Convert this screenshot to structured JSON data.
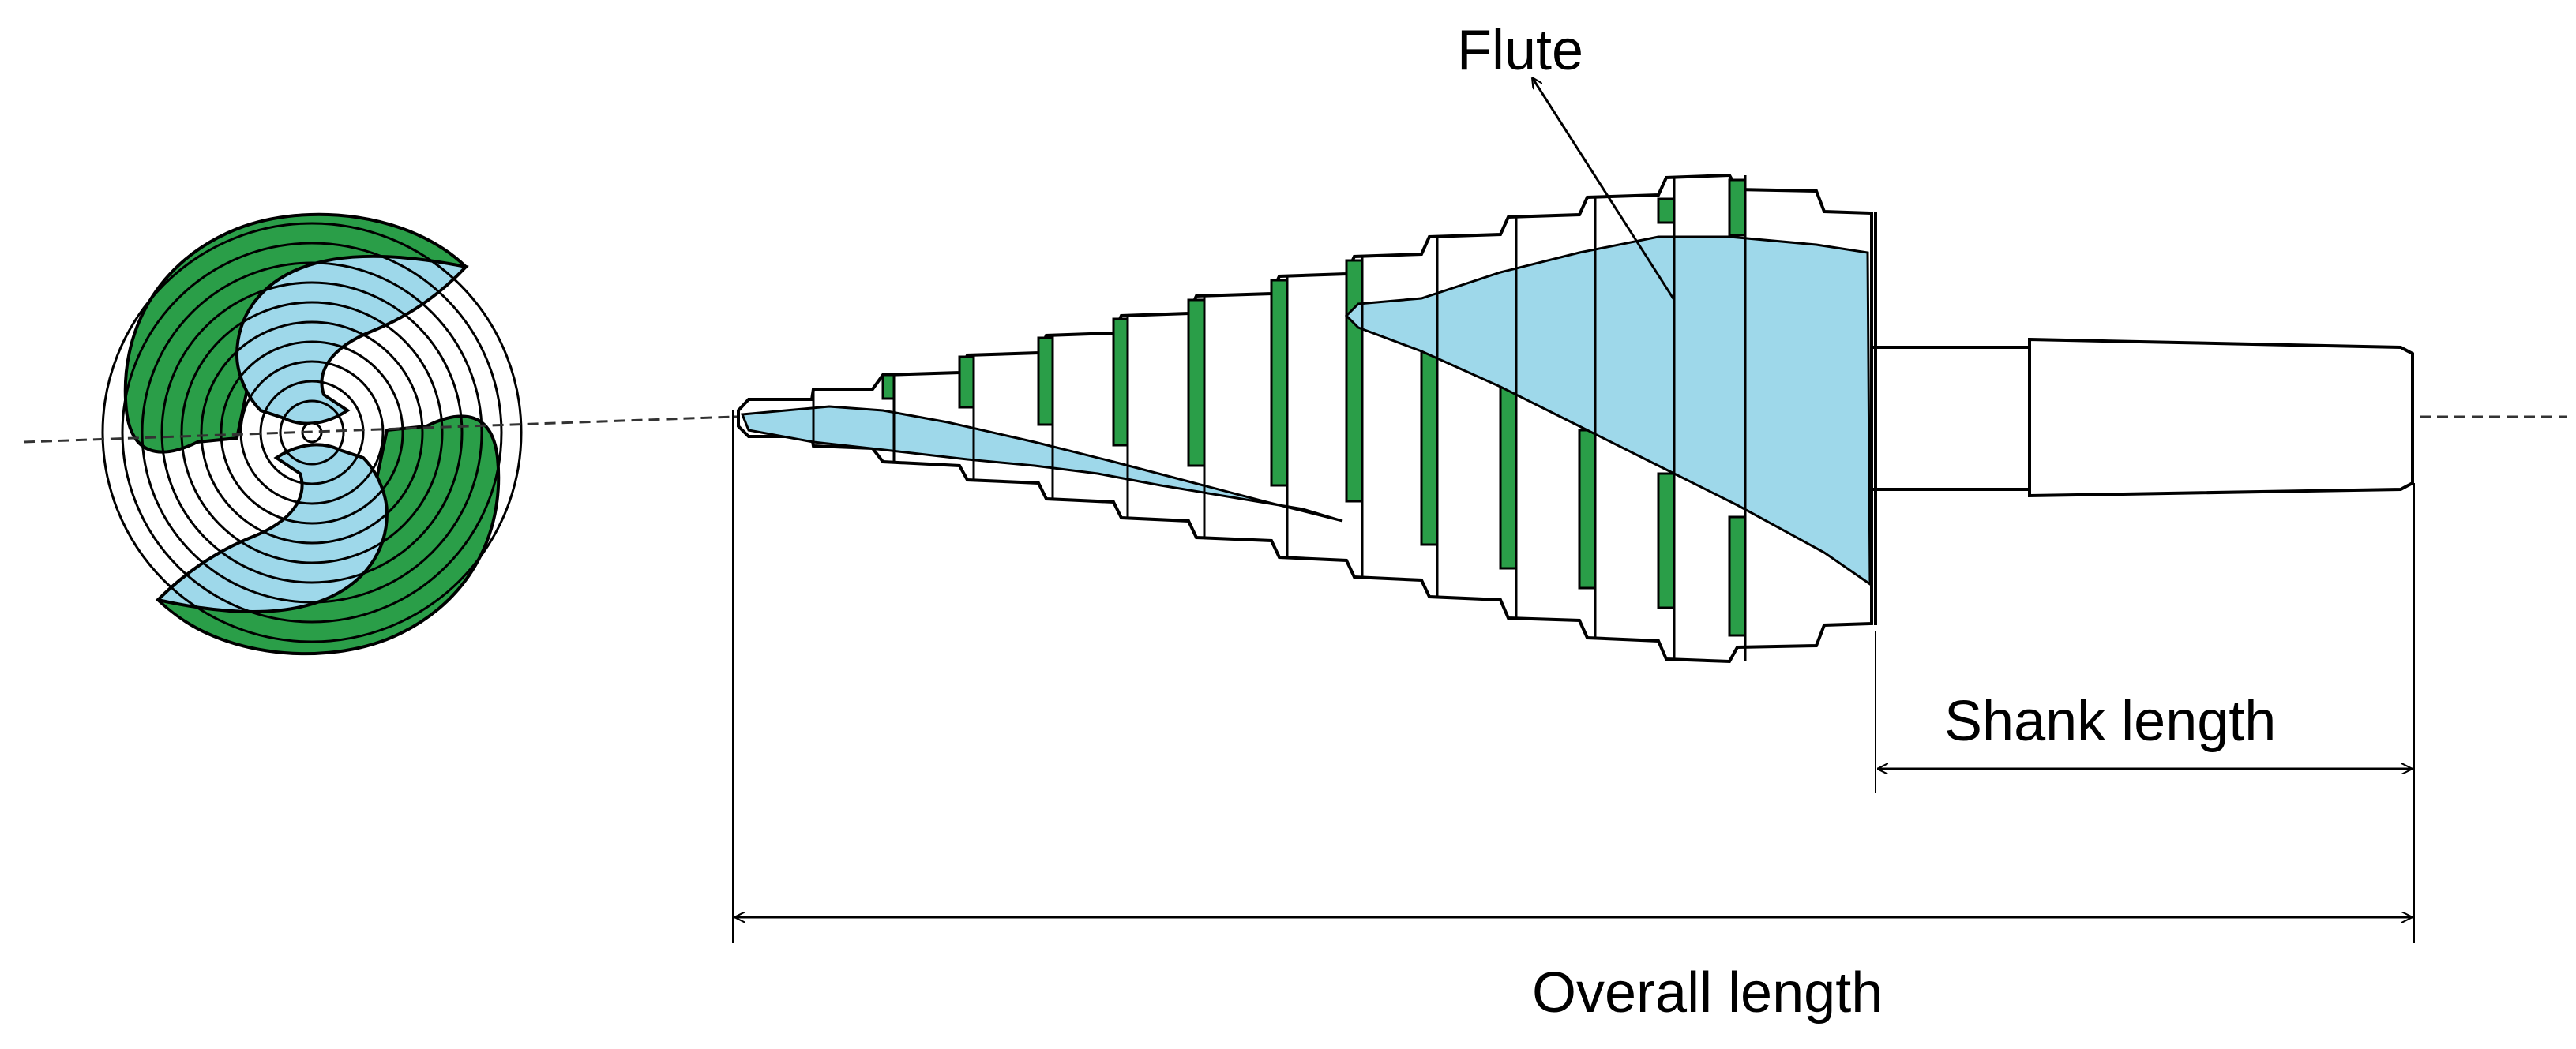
{
  "labels": {
    "flute": "Flute",
    "shank_length": "Shank length",
    "overall_length": "Overall length"
  },
  "colors": {
    "flute_fill": "#9ed8ea",
    "edge_fill": "#2a9e48",
    "outline": "#000000",
    "body_fill": "#ffffff"
  }
}
